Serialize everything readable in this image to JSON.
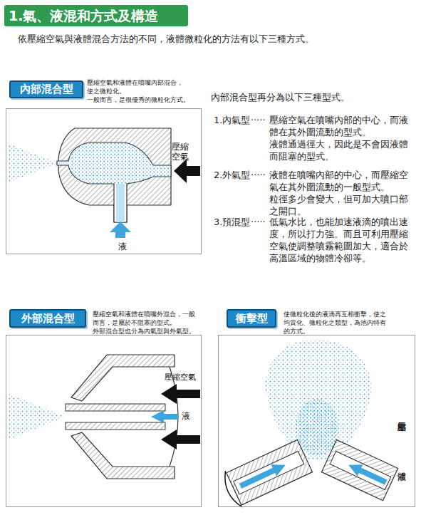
{
  "diagram": {
    "title": "1.氣、液混和方式及構造",
    "nodes": [
      {
        "text": [
          "內部混合型"
        ]
      },
      {
        "text": [
          "壓縮空氣",
          "液"
        ]
      },
      {
        "text": [
          "外部混合型"
        ]
      },
      {
        "text": [
          "壓縮空氣",
          "液"
        ]
      },
      {
        "text": [
          "衝擊型"
        ]
      },
      {
        "text": [
          "壓縮空氣",
          "液體"
        ]
      }
    ],
    "labels": [
      "依壓縮空氣與液體混合方法的不同，液體微粒化的方法有以下三種方式。",
      "壓縮空氣和液體在噴嘴內部混合，使之微粒化。",
      "一般而言，是很優秀的微粒化方式。",
      "內部混合型再分為以下三種型式。",
      "1.內氣型",
      "·····",
      "壓縮空氣在噴嘴內部的中心，而液體在其外圍流動的型式。",
      "液體通過徑大，因此是不會因液體而阻塞的型式。",
      "2.外氣型",
      "·····",
      "液體在噴嘴內部的中心，而壓縮空氣在其外圍流動的一般型式。",
      "粒徑多少會變大，但可加大噴口部之開口。",
      "3.預混型",
      "·····",
      "低氣水比，也能加速液滴的噴出速度，所以打力強。而且可利用壓縮空氣使調整噴霧範圍加大，適合於高溫區域的物體冷卻等。",
      "壓縮空氣和液體在噴嘴外混合，一般而言，是屬於不阻塞的型式。",
      "外部混合型也分為內氣型與外氣型。",
      "使微粒化後的液滴再互相衝擊，使之均質化、微粒化之類型，為池內特有的方式。"
    ]
  }
}
